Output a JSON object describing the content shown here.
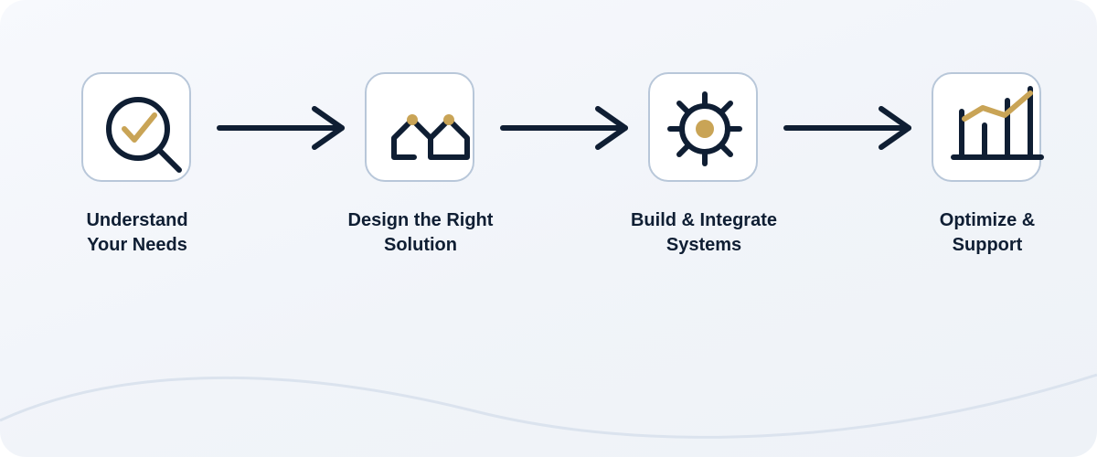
{
  "colors": {
    "navy": "#0f1e33",
    "gold": "#c9a456",
    "tile_border": "#b8c7d9",
    "wave": "#dbe3ee"
  },
  "steps": [
    {
      "icon": "magnifier-check-icon",
      "label_line1": "Understand",
      "label_line2": "Your Needs"
    },
    {
      "icon": "twin-house-icon",
      "label_line1": "Design the Right",
      "label_line2": "Solution"
    },
    {
      "icon": "gear-icon",
      "label_line1": "Build & Integrate",
      "label_line2": "Systems"
    },
    {
      "icon": "growth-chart-icon",
      "label_line1": "Optimize &",
      "label_line2": "Support"
    }
  ]
}
